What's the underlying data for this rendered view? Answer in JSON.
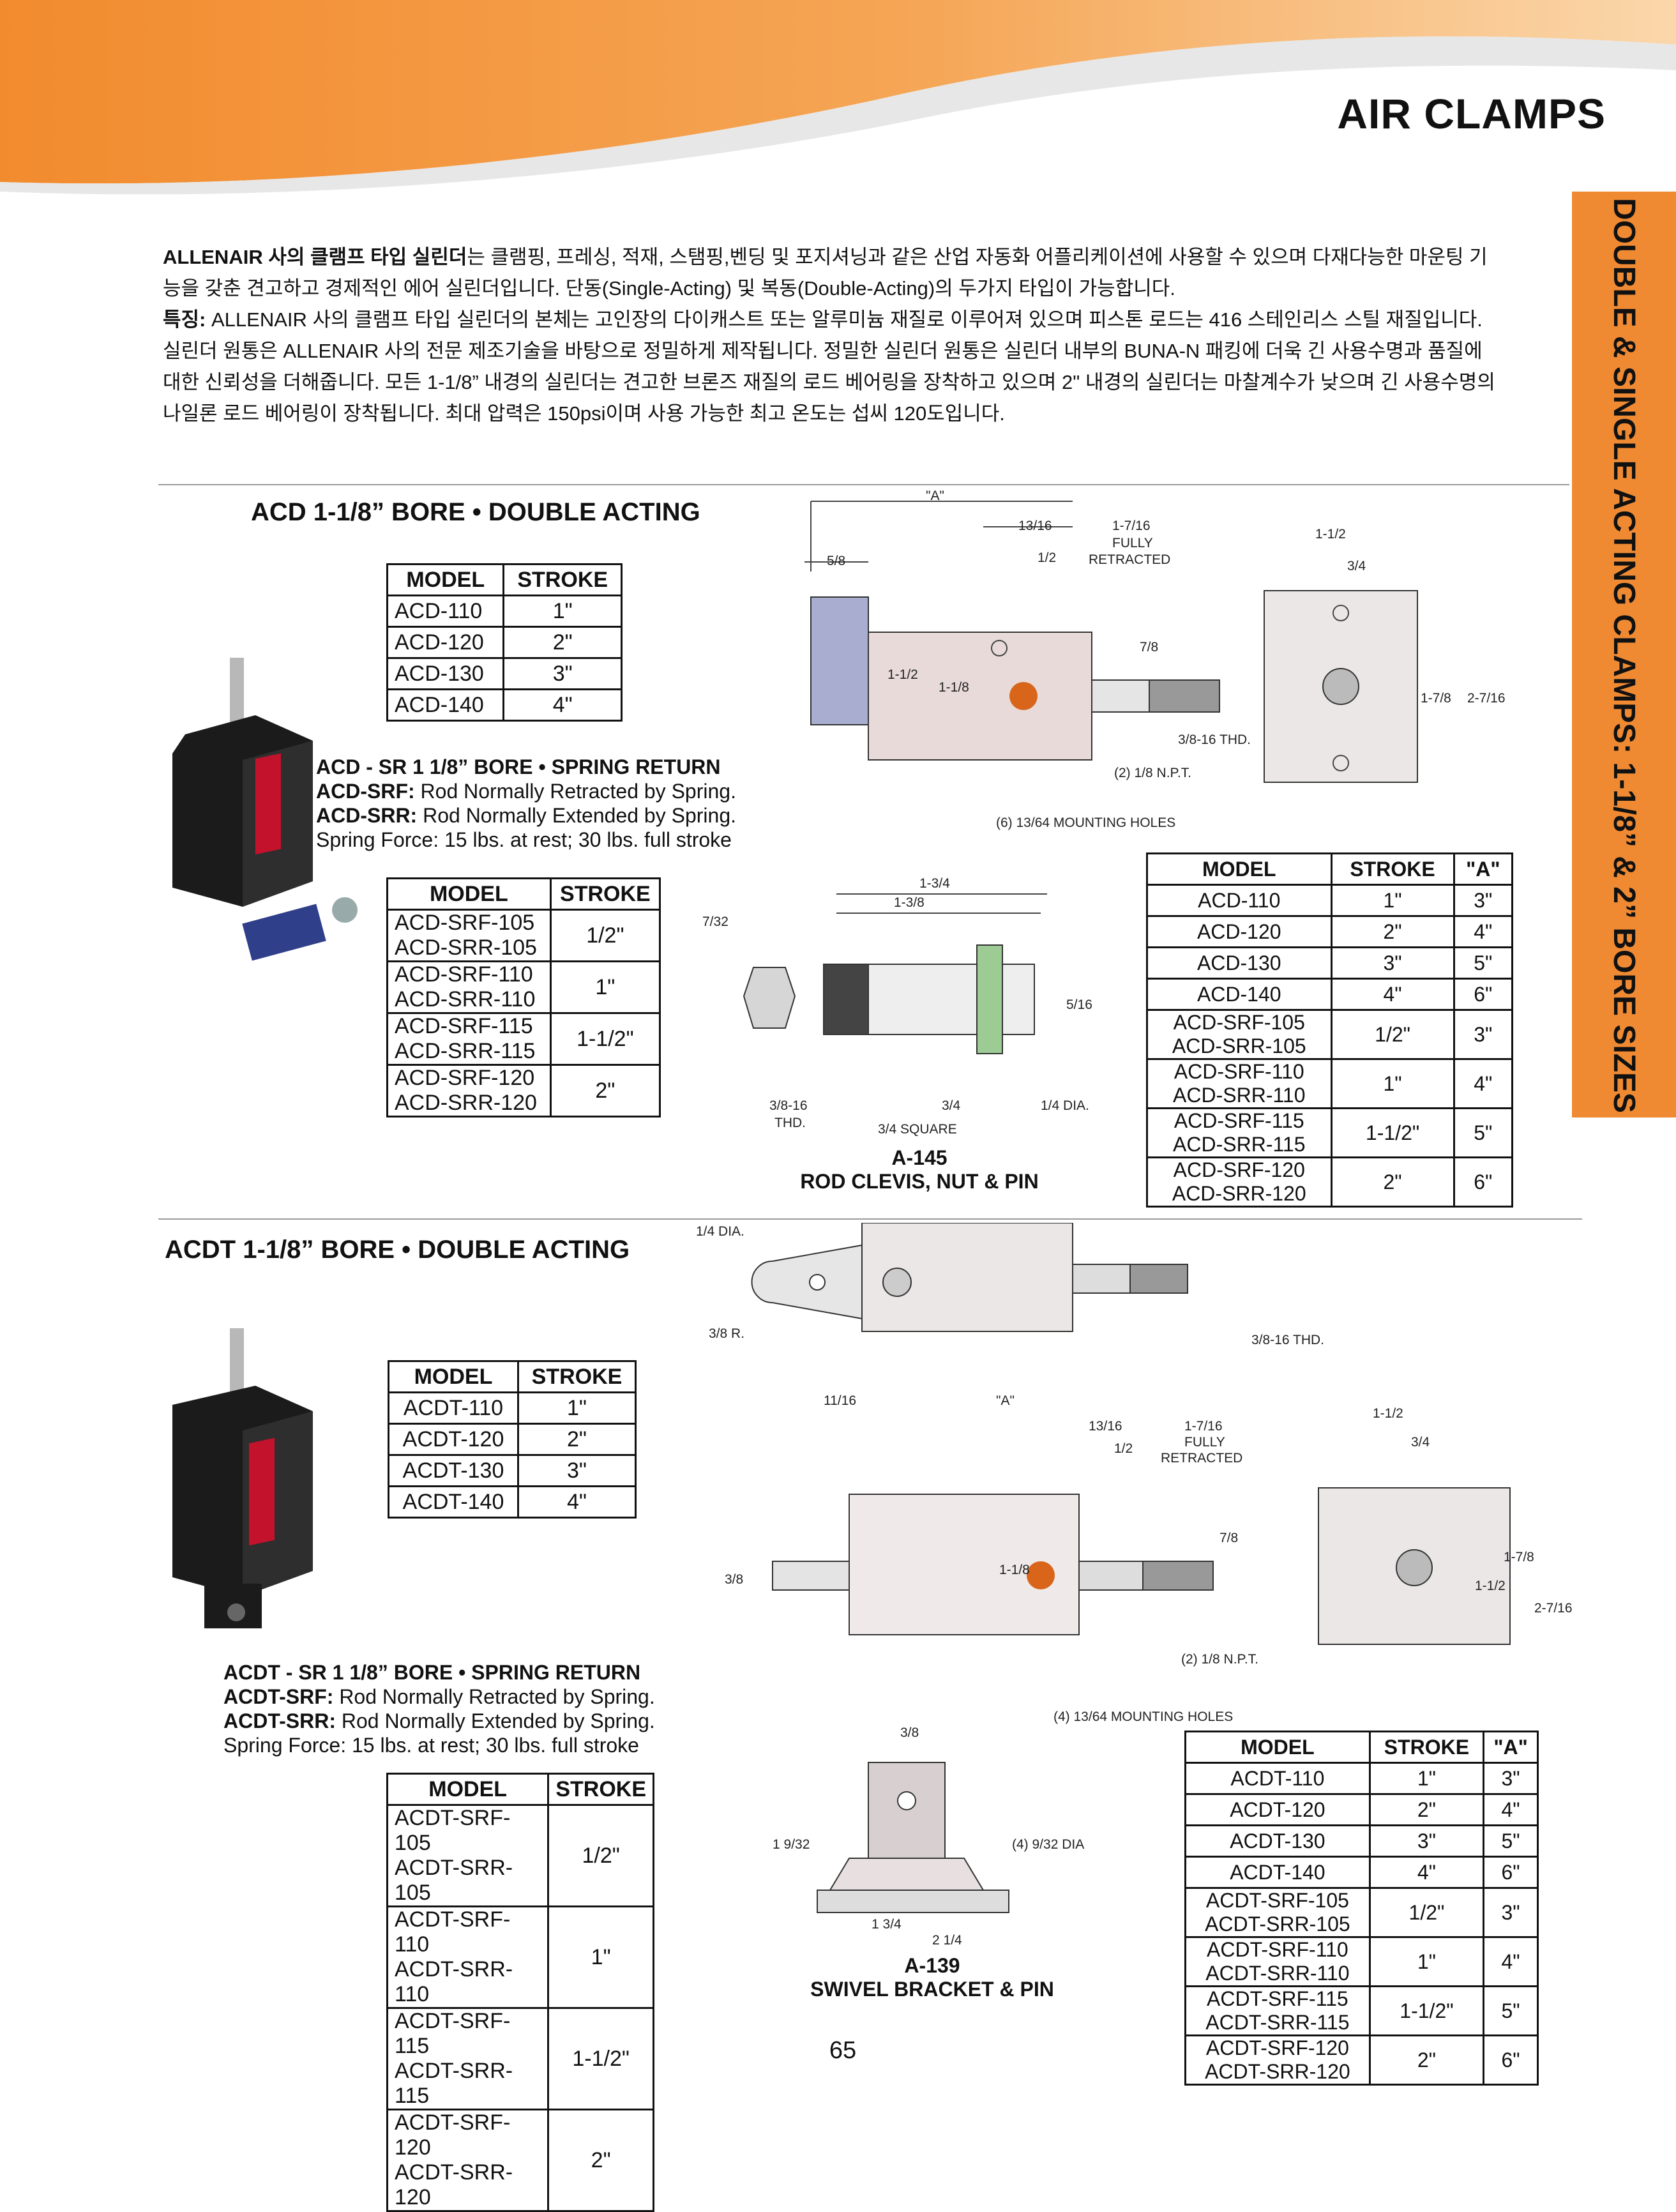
{
  "header": {
    "title": "AIR CLAMPS",
    "side_tab": "DOUBLE & SINGLE ACTING CLAMPS: 1-1/8” & 2” BORE SIZES",
    "colors": {
      "accent": "#ef8a33",
      "band_light": "#f7b36a"
    }
  },
  "intro": {
    "lead_bold": "ALLENAIR 사의 클램프 타입 실린더",
    "lead_text": "는 클램핑, 프레싱, 적재, 스탬핑,벤딩 및 포지셔닝과 같은 산업 자동화 어플리케이션에 사용할 수 있으며 다재다능한 마운팅 기능을 갖춘 견고하고 경제적인 에어 실린더입니다. 단동(Single-Acting) 및 복동(Double-Acting)의 두가지 타입이 가능합니다.",
    "feature_bold": "특징:",
    "feature_text": " ALLENAIR 사의 클램프 타입 실린더의 본체는 고인장의 다이캐스트 또는 알루미늄 재질로 이루어져 있으며 피스톤 로드는 416 스테인리스 스틸 재질입니다. 실린더 원통은 ALLENAIR 사의 전문 제조기술을 바탕으로 정밀하게 제작됩니다. 정밀한 실린더 원통은 실린더 내부의 BUNA-N 패킹에 더욱 긴 사용수명과 품질에 대한 신뢰성을 더해줍니다. 모든 1-1/8” 내경의 실린더는 견고한 브론즈 재질의 로드 베어링을 장착하고 있으며 2\" 내경의 실린더는 마찰계수가 낮으며 긴 사용수명의 나일론 로드 베어링이 장착됩니다. 최대 압력은 150psi이며 사용 가능한 최고 온도는 섭씨 120도입니다."
  },
  "acd": {
    "title": "ACD 1-1/8” BORE • DOUBLE ACTING",
    "table_headers": [
      "MODEL",
      "STROKE"
    ],
    "rows": [
      [
        "ACD-110",
        "1\""
      ],
      [
        "ACD-120",
        "2\""
      ],
      [
        "ACD-130",
        "3\""
      ],
      [
        "ACD-140",
        "4\""
      ]
    ],
    "sr_title": "ACD - SR 1 1/8” BORE • SPRING RETURN",
    "srf_label": "ACD-SRF:",
    "srf_text": " Rod Normally Retracted by Spring.",
    "srr_label": "ACD-SRR:",
    "srr_text": " Rod Normally Extended by Spring.",
    "spring_force": "Spring Force: 15 lbs. at rest; 30 lbs. full stroke",
    "sr_rows": [
      [
        "ACD-SRF-105",
        "ACD-SRR-105",
        "1/2\""
      ],
      [
        "ACD-SRF-110",
        "ACD-SRR-110",
        "1\""
      ],
      [
        "ACD-SRF-115",
        "ACD-SRR-115",
        "1-1/2\""
      ],
      [
        "ACD-SRF-120",
        "ACD-SRR-120",
        "2\""
      ]
    ],
    "a_headers": [
      "MODEL",
      "STROKE",
      "\"A\""
    ],
    "a_rows": [
      [
        "ACD-110",
        "1\"",
        "3\""
      ],
      [
        "ACD-120",
        "2\"",
        "4\""
      ],
      [
        "ACD-130",
        "3\"",
        "5\""
      ],
      [
        "ACD-140",
        "4\"",
        "6\""
      ]
    ],
    "a_sr_rows": [
      [
        "ACD-SRF-105",
        "ACD-SRR-105",
        "1/2\"",
        "3\""
      ],
      [
        "ACD-SRF-110",
        "ACD-SRR-110",
        "1\"",
        "4\""
      ],
      [
        "ACD-SRF-115",
        "ACD-SRR-115",
        "1-1/2\"",
        "5\""
      ],
      [
        "ACD-SRF-120",
        "ACD-SRR-120",
        "2\"",
        "6\""
      ]
    ],
    "drawing_labels": {
      "a": "\"A\"",
      "d58": "5/8",
      "d1316": "13/16",
      "d12": "1/2",
      "d1716": "1-7/16",
      "fully": "FULLY",
      "retracted": "RETRACTED",
      "d112": "1-1/2",
      "d118": "1-1/8",
      "d78": "7/8",
      "thd": "3/8-16 THD.",
      "npt": "(2) 1/8 N.P.T.",
      "holes": "(6) 13/64 MOUNTING HOLES",
      "s112": "1-1/2",
      "s34": "3/4",
      "s178": "1-7/8",
      "s2716": "2-7/16"
    }
  },
  "a145": {
    "code": "A-145",
    "name": "ROD CLEVIS, NUT & PIN",
    "labels": {
      "d134": "1-3/4",
      "d138": "1-3/8",
      "d732": "7/32",
      "d516": "5/16",
      "d3816": "3/8-16",
      "thd": "THD.",
      "d34": "3/4",
      "dia": "1/4 DIA.",
      "square": "3/4 SQUARE"
    }
  },
  "acdt": {
    "title": "ACDT 1-1/8” BORE • DOUBLE ACTING",
    "table_headers": [
      "MODEL",
      "STROKE"
    ],
    "rows": [
      [
        "ACDT-110",
        "1\""
      ],
      [
        "ACDT-120",
        "2\""
      ],
      [
        "ACDT-130",
        "3\""
      ],
      [
        "ACDT-140",
        "4\""
      ]
    ],
    "sr_title": "ACDT - SR 1 1/8” BORE • SPRING RETURN",
    "srf_label": "ACDT-SRF:",
    "srf_text": " Rod Normally Retracted by Spring.",
    "srr_label": "ACDT-SRR:",
    "srr_text": " Rod Normally Extended by Spring.",
    "spring_force": "Spring  Force: 15 lbs. at rest; 30 lbs. full stroke",
    "sr_rows": [
      [
        "ACDT-SRF-105",
        "ACDT-SRR-105",
        "1/2\""
      ],
      [
        "ACDT-SRF-110",
        "ACDT-SRR-110",
        "1\""
      ],
      [
        "ACDT-SRF-115",
        "ACDT-SRR-115",
        "1-1/2\""
      ],
      [
        "ACDT-SRF-120",
        "ACDT-SRR-120",
        "2\""
      ]
    ],
    "a_headers": [
      "MODEL",
      "STROKE",
      "\"A\""
    ],
    "a_rows": [
      [
        "ACDT-110",
        "1\"",
        "3\""
      ],
      [
        "ACDT-120",
        "2\"",
        "4\""
      ],
      [
        "ACDT-130",
        "3\"",
        "5\""
      ],
      [
        "ACDT-140",
        "4\"",
        "6\""
      ]
    ],
    "a_sr_rows": [
      [
        "ACDT-SRF-105",
        "ACDT-SRR-105",
        "1/2\"",
        "3\""
      ],
      [
        "ACDT-SRF-110",
        "ACDT-SRR-110",
        "1\"",
        "4\""
      ],
      [
        "ACDT-SRF-115",
        "ACDT-SRR-115",
        "1-1/2\"",
        "5\""
      ],
      [
        "ACDT-SRF-120",
        "ACDT-SRR-120",
        "2\"",
        "6\""
      ]
    ],
    "drawing_labels": {
      "dia": "1/4 DIA.",
      "r": "3/8 R.",
      "thd": "3/8-16 THD.",
      "d1116": "11/16",
      "a": "\"A\"",
      "d1316": "13/16",
      "d12": "1/2",
      "d1716": "1-7/16",
      "fully": "FULLY",
      "retracted": "RETRACTED",
      "d78": "7/8",
      "d38": "3/8",
      "d118": "1-1/8",
      "npt": "(2) 1/8 N.P.T.",
      "holes": "(4) 13/64 MOUNTING HOLES",
      "s112": "1-1/2",
      "s34": "3/4",
      "s178": "1-7/8",
      "s112b": "1-1/2",
      "s2716": "2-7/16"
    }
  },
  "a139": {
    "code": "A-139",
    "name": "SWIVEL BRACKET & PIN",
    "labels": {
      "d38": "3/8",
      "d1932": "1 9/32",
      "dia": "(4) 9/32 DIA.",
      "d134": "1 3/4",
      "d214": "2 1/4"
    }
  },
  "page_number": "65"
}
